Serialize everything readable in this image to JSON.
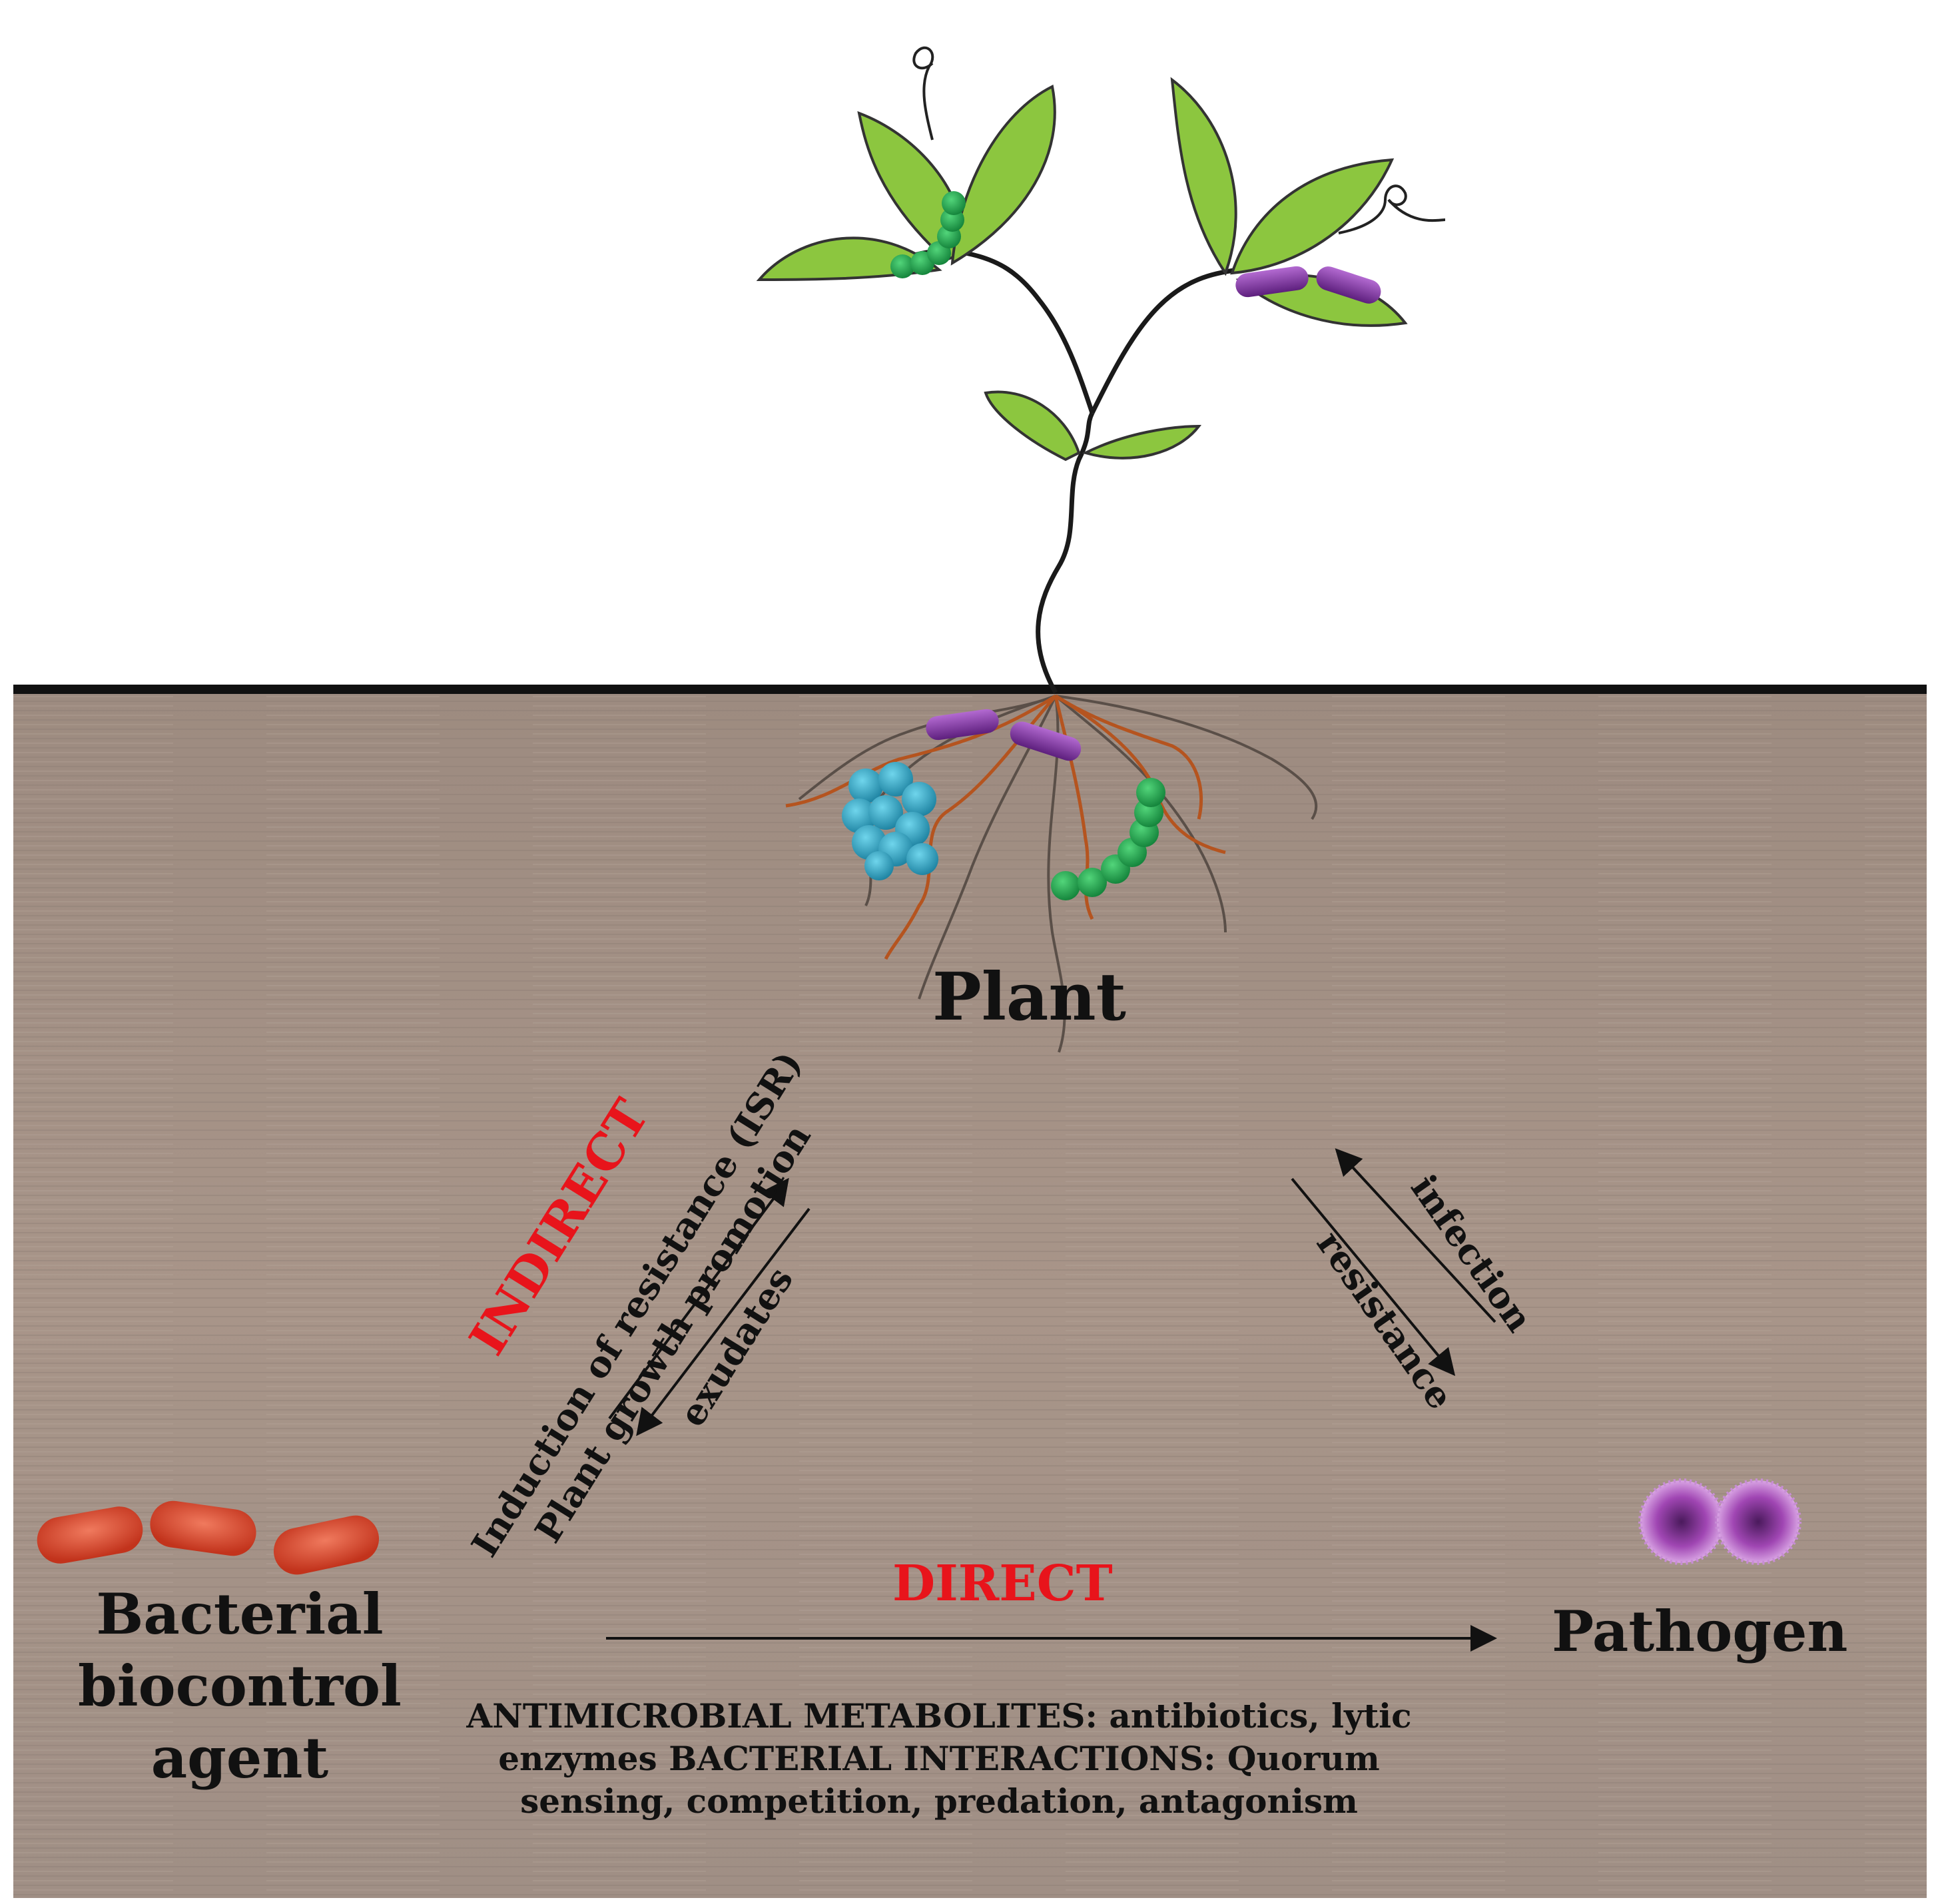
{
  "labels": {
    "plant": "Plant",
    "biocontrol_agent": "Bacterial biocontrol agent",
    "pathogen": "Pathogen",
    "direct": "DIRECT",
    "indirect": "INDIRECT",
    "isr": "Induction of resistance (ISR)",
    "growth_promotion": "Plant growth promotion",
    "exudates": "exudates",
    "infection": "infection",
    "resistance": "resistance",
    "mechanisms": "ANTIMICROBIAL METABOLITES: antibiotics, lytic enzymes BACTERIAL INTERACTIONS: Quorum sensing, competition, predation, antagonism"
  },
  "colors": {
    "soil": "#a18f83",
    "soil_dark": "#8f7e73",
    "leaf": "#8cc63f",
    "leaf_edge": "#3c3c3c",
    "stem": "#1a1a1a",
    "root_orange": "#b5541f",
    "root_gray": "#5a4f48",
    "bacteria_green": "#1fa84a",
    "bacteria_purple": "#7b2c9c",
    "bacteria_cyan": "#2aa9c9",
    "bacteria_red": "#d9442a",
    "pathogen_purple": "#9a3aa8",
    "accent_red": "#e8141b"
  }
}
